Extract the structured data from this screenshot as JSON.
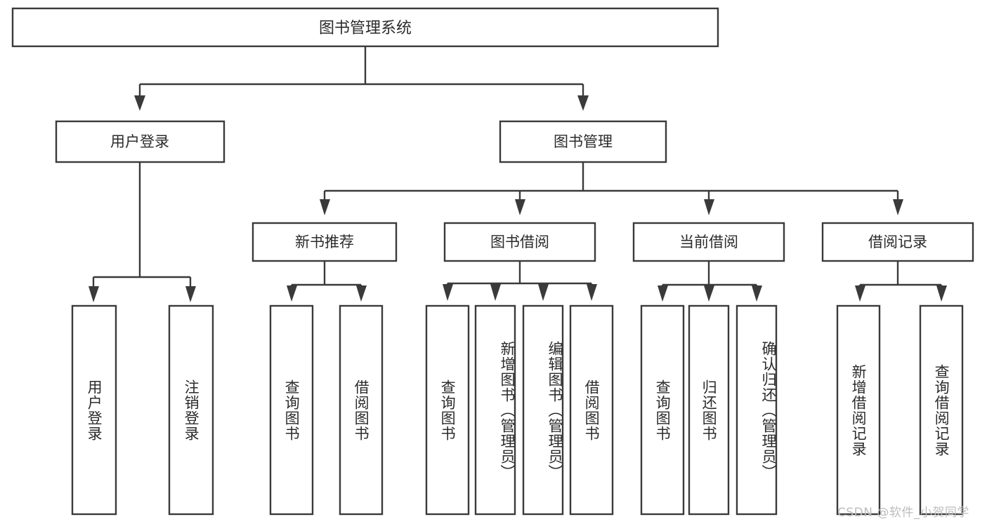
{
  "diagram": {
    "type": "tree-hierarchy",
    "orientation": "top-down",
    "title_node": {
      "label": "图书管理系统"
    },
    "level2": [
      {
        "id": "user-login",
        "label": "用户登录"
      },
      {
        "id": "book-management",
        "label": "图书管理"
      }
    ],
    "level3": [
      {
        "id": "new-book-recommend",
        "label": "新书推荐",
        "parent": "book-management"
      },
      {
        "id": "book-borrow",
        "label": "图书借阅",
        "parent": "book-management"
      },
      {
        "id": "current-borrow",
        "label": "当前借阅",
        "parent": "book-management"
      },
      {
        "id": "borrow-record",
        "label": "借阅记录",
        "parent": "book-management"
      }
    ],
    "leaves": {
      "user-login": [
        {
          "id": "leaf-user-login",
          "label": "用户登录"
        },
        {
          "id": "leaf-logout-login",
          "label": "注销登录"
        }
      ],
      "new-book-recommend": [
        {
          "id": "leaf-query-book-1",
          "label": "查询图书"
        },
        {
          "id": "leaf-borrow-book-1",
          "label": "借阅图书"
        }
      ],
      "book-borrow": [
        {
          "id": "leaf-query-book-2",
          "label": "查询图书"
        },
        {
          "id": "leaf-add-book",
          "label": "新增图书（管理员）"
        },
        {
          "id": "leaf-edit-book",
          "label": "编辑图书（管理员）"
        },
        {
          "id": "leaf-borrow-book-2",
          "label": "借阅图书"
        }
      ],
      "current-borrow": [
        {
          "id": "leaf-query-book-3",
          "label": "查询图书"
        },
        {
          "id": "leaf-return-book",
          "label": "归还图书"
        },
        {
          "id": "leaf-confirm-return",
          "label": "确认归还（管理员）"
        }
      ],
      "borrow-record": [
        {
          "id": "leaf-add-record",
          "label": "新增借阅记录"
        },
        {
          "id": "leaf-query-record",
          "label": "查询借阅记录"
        }
      ]
    },
    "colors": {
      "background": "#ffffff",
      "node_fill": "#ffffff",
      "node_stroke": "#3a3a3a",
      "text": "#2b2b2b",
      "watermark": "#bdbdbd"
    }
  },
  "watermark": {
    "text": "CSDN @软件_小贺同学"
  }
}
